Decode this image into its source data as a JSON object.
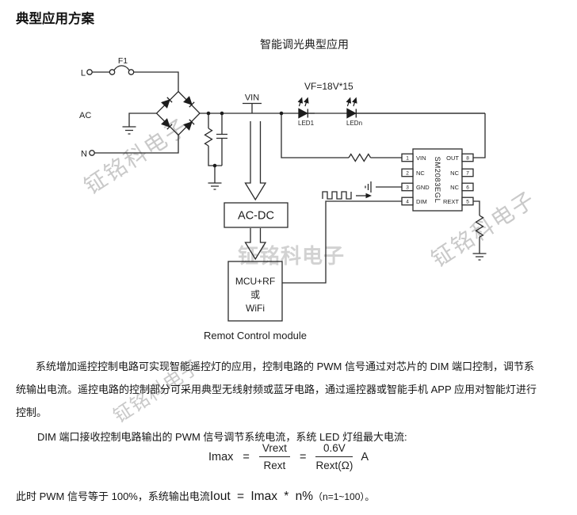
{
  "page": {
    "title": "典型应用方案"
  },
  "diagram": {
    "subtitle": "智能调光典型应用",
    "labels": {
      "l": "L",
      "ac": "AC",
      "n": "N",
      "fuse": "F1",
      "vin": "VIN",
      "vf": "VF=18V*15",
      "led1": "LED1",
      "ledn": "LEDn",
      "acdc": "AC-DC",
      "mcu_line1": "MCU+RF",
      "mcu_line2": "或",
      "mcu_line3": "WiFi",
      "remote": "Remot Control module"
    },
    "chip": {
      "name": "SM2083EGL",
      "left_pins": [
        {
          "num": "1",
          "label": "VIN"
        },
        {
          "num": "2",
          "label": "NC"
        },
        {
          "num": "3",
          "label": "GND"
        },
        {
          "num": "4",
          "label": "DIM"
        }
      ],
      "right_pins": [
        {
          "num": "8",
          "label": "OUT"
        },
        {
          "num": "7",
          "label": "NC"
        },
        {
          "num": "6",
          "label": "NC"
        },
        {
          "num": "5",
          "label": "REXT"
        }
      ]
    }
  },
  "watermark": {
    "text": "钲铭科电子"
  },
  "body": {
    "p1_lines": [
      "系统增加遥控控制电路可实现智能遥控灯的应用，控制电路的 PWM 信号通过对芯片的 DIM 端口控制，调节系",
      "统输出电流。遥控电路的控制部分可采用典型无线射频或蓝牙电路，通过遥控器或智能手机 APP 应用对智能灯进行",
      "控制。"
    ],
    "p2": "DIM 端口接收控制电路输出的 PWM 信号调节系统电流，系统 LED 灯组最大电流:",
    "formula": {
      "lhs": "Imax",
      "eq": "=",
      "f1_num": "Vrext",
      "f1_den": "Rext",
      "f2_num": "0.6V",
      "f2_den": "Rext(Ω)",
      "unit": "A"
    },
    "p3_prefix": "此时 PWM 信号等于 100%，系统输出电流",
    "p3_big": "Iout = Imax * n%",
    "p3_suffix": "（n=1~100）。"
  },
  "colors": {
    "line": "#2b2b2b",
    "watermark": "#c9c9c9"
  }
}
